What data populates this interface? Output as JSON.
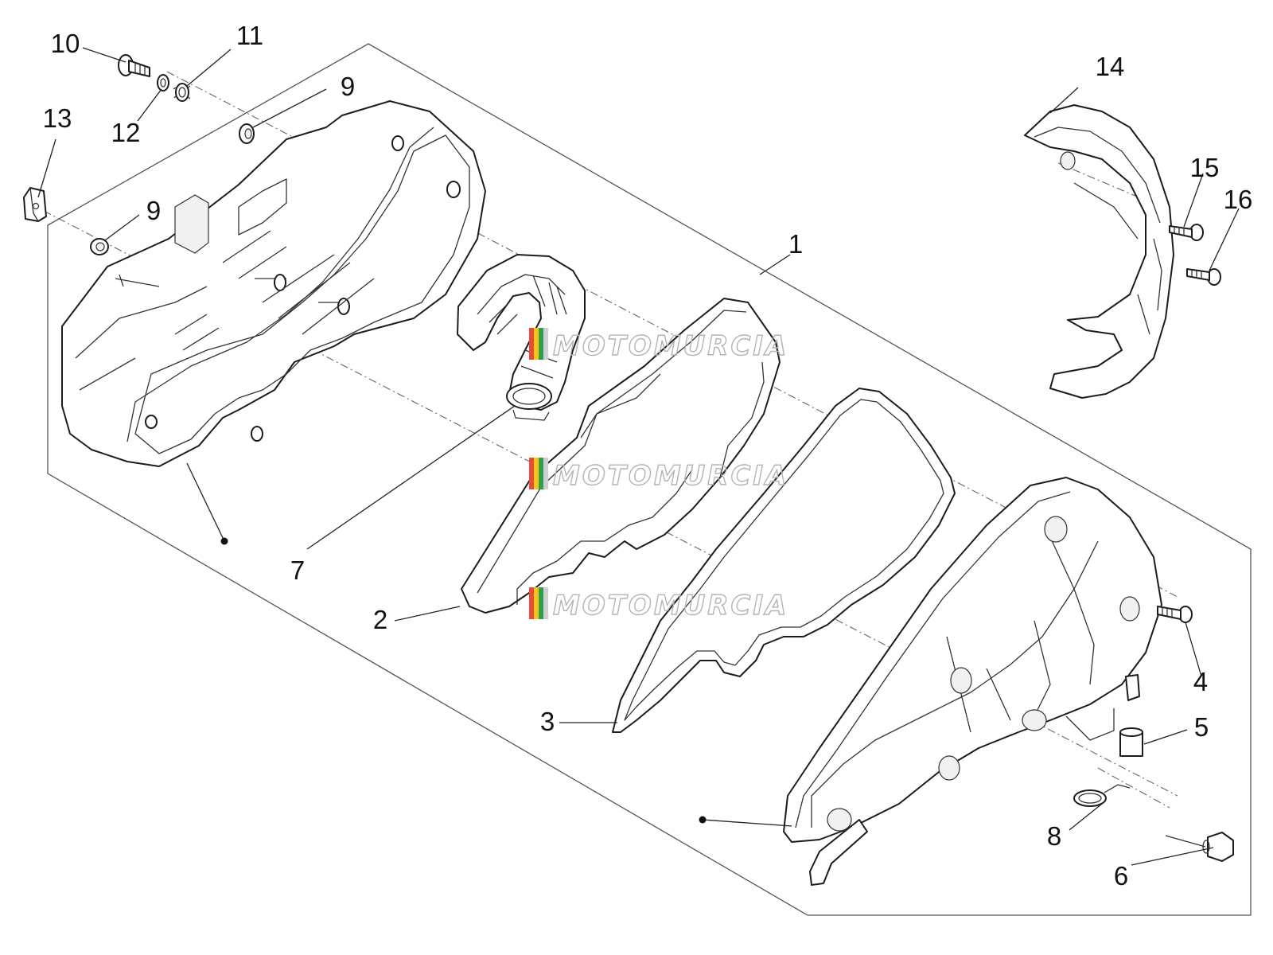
{
  "diagram": {
    "watermark": "MOTOMURCIA",
    "watermark_colors": [
      "#e84b3c",
      "#f5c518",
      "#2e9f4a",
      "#cfcfcf"
    ],
    "callouts": [
      "1",
      "2",
      "3",
      "4",
      "5",
      "6",
      "7",
      "8",
      "9",
      "9",
      "10",
      "11",
      "12",
      "13",
      "14",
      "15",
      "16"
    ]
  }
}
